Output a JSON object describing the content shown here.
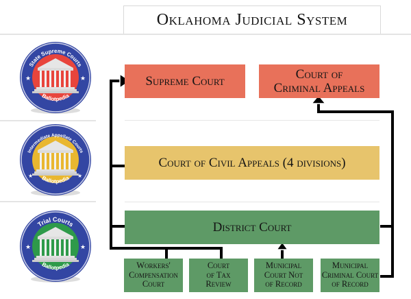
{
  "title": "Oklahoma Judicial System",
  "badges": [
    {
      "top_text": "State Supreme Courts",
      "bottom_text": "Ballotpedia",
      "level": "supreme",
      "accent": "#e8453c"
    },
    {
      "top_text": "Intermediate Appellate Courts",
      "bottom_text": "Ballotpedia",
      "level": "appellate",
      "accent": "#e9b730"
    },
    {
      "top_text": "Trial Courts",
      "bottom_text": "Ballotpedia",
      "level": "trial",
      "accent": "#2e9a4a"
    }
  ],
  "courts": {
    "supreme": {
      "label": "Supreme Court",
      "color": "#e8715a"
    },
    "criminal_appeals": {
      "label_line1": "Court of",
      "label_line2": "Criminal Appeals",
      "color": "#e8715a"
    },
    "civil_appeals": {
      "label": "Court of Civil Appeals (4 divisions)",
      "color": "#e7c46c"
    },
    "district": {
      "label": "District Court",
      "color": "#5e9a66"
    },
    "workers_comp": {
      "line1": "Workers'",
      "line2": "Compensation",
      "line3": "Court",
      "color": "#5e9a66"
    },
    "tax_review": {
      "line1": "Court",
      "line2": "of Tax",
      "line3": "Review",
      "color": "#5e9a66"
    },
    "municipal_not_record": {
      "line1": "Municipal",
      "line2": "Court Not",
      "line3": "of Record",
      "color": "#5e9a66"
    },
    "municipal_criminal_record": {
      "line1": "Municipal",
      "line2": "Criminal Court",
      "line3": "of Record",
      "color": "#5e9a66"
    }
  },
  "connections": [
    {
      "from": "civil_appeals",
      "to": "supreme"
    },
    {
      "from": "district",
      "to": "supreme"
    },
    {
      "from": "workers_comp",
      "to": "supreme"
    },
    {
      "from": "tax_review",
      "to": "supreme"
    },
    {
      "from": "district",
      "to": "criminal_appeals"
    },
    {
      "from": "municipal_criminal_record",
      "to": "criminal_appeals"
    },
    {
      "from": "municipal_not_record",
      "to": "district"
    }
  ]
}
